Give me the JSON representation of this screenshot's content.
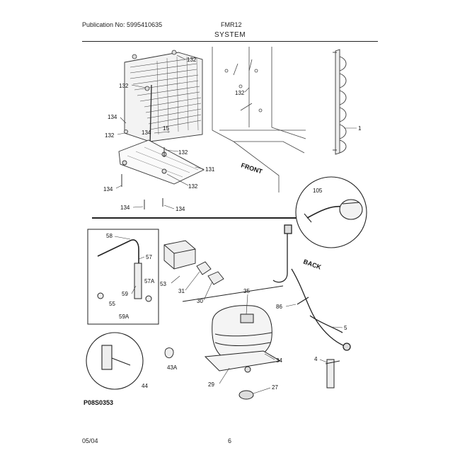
{
  "header": {
    "publication": "Publication No: 5995410635",
    "model": "FMR12",
    "section": "SYSTEM"
  },
  "footer": {
    "date": "05/04",
    "page": "6"
  },
  "diagram_code": "P08S0353",
  "callouts": {
    "c132a": "132",
    "c132b": "132",
    "c132c": "132",
    "c132d": "132",
    "c132e": "132",
    "c132f": "132",
    "c134a": "134",
    "c134b": "134",
    "c134c": "134",
    "c134d": "134",
    "c134e": "134",
    "c15": "15",
    "c131": "131",
    "c1": "1",
    "c105": "105",
    "c58": "58",
    "c57": "57",
    "c57a": "57A",
    "c59": "59",
    "c55": "55",
    "c59a": "59A",
    "c53": "53",
    "c31": "31",
    "c30": "30",
    "c35": "35",
    "c86": "86",
    "c5": "5",
    "c34": "34",
    "c4": "4",
    "c44": "44",
    "c43a": "43A",
    "c29": "29",
    "c27": "27"
  },
  "labels": {
    "front": "FRONT",
    "back": "BACK"
  }
}
